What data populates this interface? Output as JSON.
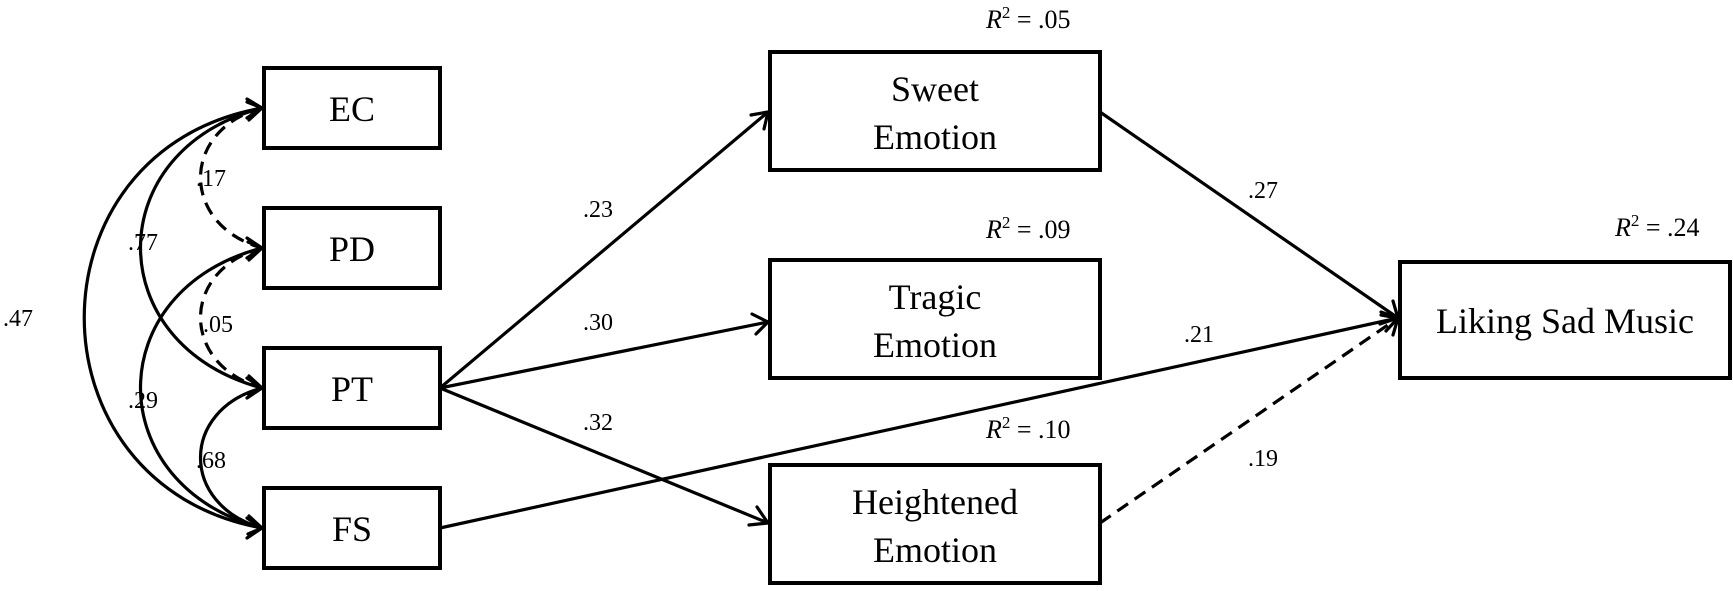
{
  "nodes": {
    "ec": "EC",
    "pd": "PD",
    "pt": "PT",
    "fs": "FS",
    "sweet": [
      "Sweet",
      "Emotion"
    ],
    "tragic": [
      "Tragic",
      "Emotion"
    ],
    "heightened": [
      "Heightened",
      "Emotion"
    ],
    "liking": "Liking Sad Music"
  },
  "r_squared": {
    "prefix": "R",
    "exponent": "2",
    "sweet": " = .05",
    "tragic": " = .09",
    "heightened": " = .10",
    "liking": " = .24"
  },
  "covariances": [
    {
      "from": "EC",
      "to": "PD",
      "value": ".17",
      "style": "dashed"
    },
    {
      "from": "PD",
      "to": "PT",
      "value": ".05",
      "style": "dashed"
    },
    {
      "from": "PT",
      "to": "FS",
      "value": ".68",
      "style": "solid"
    },
    {
      "from": "EC",
      "to": "PT",
      "value": ".77",
      "style": "solid"
    },
    {
      "from": "PD",
      "to": "FS",
      "value": ".29",
      "style": "solid"
    },
    {
      "from": "EC",
      "to": "FS",
      "value": ".47",
      "style": "solid"
    }
  ],
  "paths": [
    {
      "from": "PT",
      "to": "Sweet Emotion",
      "value": ".23",
      "style": "solid"
    },
    {
      "from": "PT",
      "to": "Tragic Emotion",
      "value": ".30",
      "style": "solid"
    },
    {
      "from": "PT",
      "to": "Heightened Emotion",
      "value": ".32",
      "style": "solid"
    },
    {
      "from": "Sweet Emotion",
      "to": "Liking Sad Music",
      "value": ".27",
      "style": "solid"
    },
    {
      "from": "FS",
      "to": "Liking Sad Music",
      "value": ".21",
      "style": "solid"
    },
    {
      "from": "Heightened Emotion",
      "to": "Liking Sad Music",
      "value": ".19",
      "style": "dashed"
    }
  ]
}
